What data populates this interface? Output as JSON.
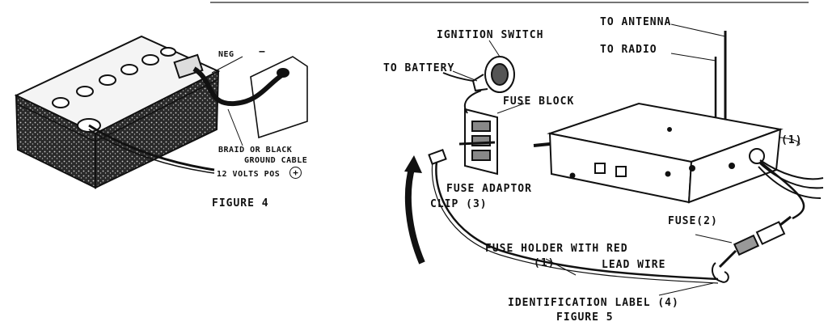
{
  "figure4": {
    "neg": "NEG",
    "neg_symbol": "−",
    "ground_line1": "BRAID OR BLACK",
    "ground_line2": "GROUND CABLE",
    "pos": "12 VOLTS POS",
    "pos_symbol": "+",
    "caption": "FIGURE 4"
  },
  "figure5": {
    "antenna": "TO ANTENNA",
    "radio": "TO RADIO",
    "ignition": "IGNITION SWITCH",
    "battery": "TO BATTERY",
    "fuse_block": "FUSE BLOCK",
    "adaptor_line1": "FUSE ADAPTOR",
    "adaptor_line2": "CLIP (3)",
    "fuse": "FUSE(2)",
    "conn1": "(1)",
    "holder_line1": "FUSE HOLDER WITH RED",
    "holder_line2": "(1)",
    "holder_line3": "LEAD WIRE",
    "ident": "IDENTIFICATION LABEL (4)",
    "caption": "FIGURE 5"
  }
}
